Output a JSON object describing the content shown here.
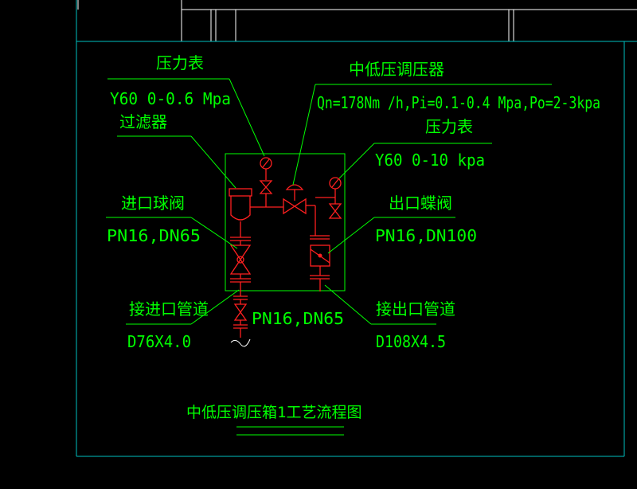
{
  "colors": {
    "background": "#000000",
    "label": "#00ff00",
    "frame": "#00c0c0",
    "equipment": "#ff2020",
    "border": "#ffffff"
  },
  "diagram": {
    "pressure_gauge_1": {
      "title": "压力表",
      "spec": "Y60  0-0.6 Mpa"
    },
    "filter": {
      "title": "过滤器"
    },
    "regulator": {
      "title": "中低压调压器",
      "spec": "Qn=178Nm /h,Pi=0.1-0.4 Mpa,Po=2-3kpa"
    },
    "pressure_gauge_2": {
      "title": "压力表",
      "spec": "Y60  0-10 kpa"
    },
    "inlet_ball_valve": {
      "title": "进口球阀",
      "spec": "PN16,DN65"
    },
    "outlet_butterfly_valve": {
      "title": "出口蝶阀",
      "spec": "PN16,DN100"
    },
    "inlet_pipe": {
      "title": "接进口管道",
      "spec": "D76X4.0"
    },
    "outlet_pipe": {
      "title": "接出口管道",
      "spec": "D108X4.5"
    },
    "lower_valve": {
      "spec": "PN16,DN65"
    },
    "caption": "中低压调压箱1工艺流程图"
  }
}
